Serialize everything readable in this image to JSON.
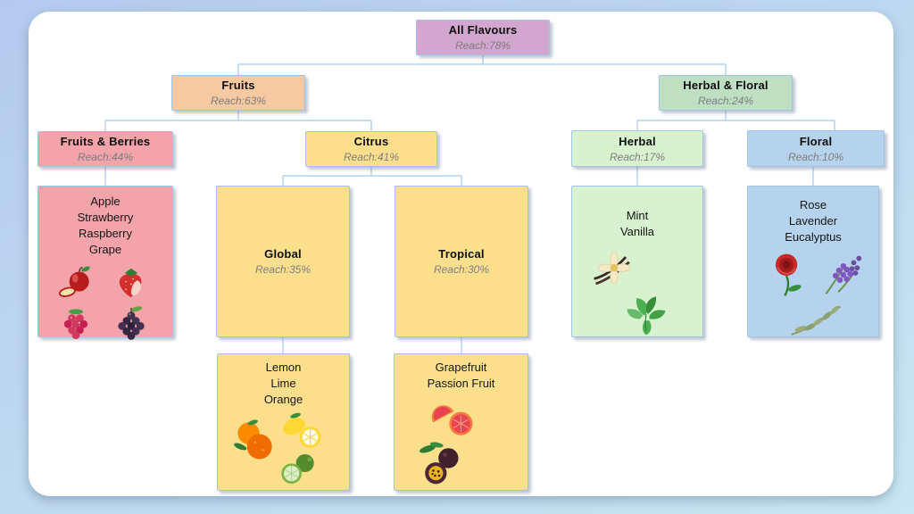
{
  "colors": {
    "background_top": "#b4cbee",
    "background_bottom": "#c8e7f2",
    "canvas": "#ffffff",
    "connector": "#a5c6e8",
    "node_border": "#9fc4e8",
    "reach_text": "#7d7d7d",
    "all_flavours_fill": "#d2a6ce",
    "fruits_fill": "#f7c9a3",
    "herbal_floral_fill": "#bfdfc3",
    "fruits_berries_fill": "#f3a4ab",
    "citrus_fill": "#fbdf8d",
    "herbal_fill": "#d8f2d0",
    "floral_fill": "#b5d3ec"
  },
  "nodes": {
    "all_flavours": {
      "label": "All Flavours",
      "reach": "Reach:78%"
    },
    "fruits": {
      "label": "Fruits",
      "reach": "Reach:63%"
    },
    "herbal_floral": {
      "label": "Herbal & Floral",
      "reach": "Reach:24%"
    },
    "fruits_berries": {
      "label": "Fruits & Berries",
      "reach": "Reach:44%"
    },
    "citrus": {
      "label": "Citrus",
      "reach": "Reach:41%"
    },
    "global": {
      "label": "Global",
      "reach": "Reach:35%"
    },
    "tropical": {
      "label": "Tropical",
      "reach": "Reach:30%"
    },
    "herbal": {
      "label": "Herbal",
      "reach": "Reach:17%"
    },
    "floral": {
      "label": "Floral",
      "reach": "Reach:10%"
    }
  },
  "leaves": {
    "fruits_berries": {
      "items": [
        "Apple",
        "Strawberry",
        "Raspberry",
        "Grape"
      ],
      "icons": [
        "apple-icon",
        "strawberry-icon",
        "raspberry-icon",
        "grape-icon"
      ]
    },
    "global": {
      "items": [
        "Lemon",
        "Lime",
        "Orange"
      ],
      "icons": [
        "orange-icon",
        "lemon-icon",
        "lime-icon"
      ]
    },
    "tropical": {
      "items": [
        "Grapefruit",
        "Passion Fruit"
      ],
      "icons": [
        "grapefruit-icon",
        "passion-fruit-icon"
      ]
    },
    "herbal": {
      "items": [
        "Mint",
        "Vanilla"
      ],
      "icons": [
        "vanilla-icon",
        "mint-icon"
      ]
    },
    "floral": {
      "items": [
        "Rose",
        "Lavender",
        "Eucalyptus"
      ],
      "icons": [
        "rose-icon",
        "lavender-icon",
        "eucalyptus-icon"
      ]
    }
  }
}
